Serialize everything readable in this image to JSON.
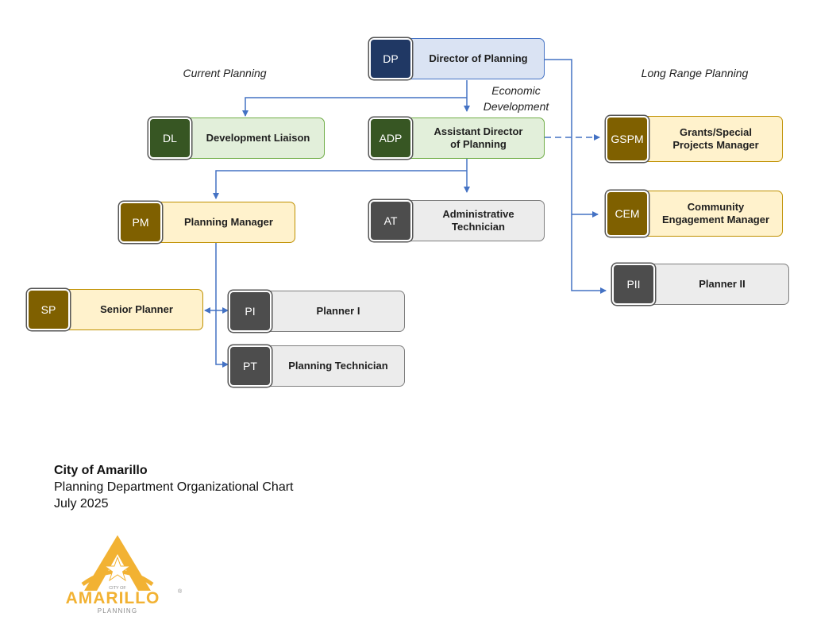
{
  "sections": {
    "current": "Current Planning",
    "economic": "Economic\nDevelopment",
    "long_range": "Long Range Planning"
  },
  "nodes": {
    "dp": {
      "abbr": "DP",
      "title": "Director of Planning"
    },
    "dl": {
      "abbr": "DL",
      "title": "Development Liaison"
    },
    "adp": {
      "abbr": "ADP",
      "title": "Assistant Director\nof Planning"
    },
    "gspm": {
      "abbr": "GSPM",
      "title": "Grants/Special\nProjects Manager"
    },
    "pm": {
      "abbr": "PM",
      "title": "Planning Manager"
    },
    "at": {
      "abbr": "AT",
      "title": "Administrative Technician"
    },
    "cem": {
      "abbr": "CEM",
      "title": "Community\nEngagement Manager"
    },
    "pii": {
      "abbr": "PII",
      "title": "Planner II"
    },
    "sp": {
      "abbr": "SP",
      "title": "Senior Planner"
    },
    "pi": {
      "abbr": "PI",
      "title": "Planner I"
    },
    "pt": {
      "abbr": "PT",
      "title": "Planning Technician"
    }
  },
  "footer": {
    "org": "City of Amarillo",
    "title": "Planning Department Organizational Chart",
    "date": "July 2025"
  },
  "logo": {
    "top_text": "CITY OF",
    "wordmark": "AMARILLO",
    "registered": "®",
    "sub": "PLANNING",
    "colors": {
      "gold": "#f2b233",
      "gray": "#8a8a8a"
    }
  },
  "colors": {
    "connector": "#4472c4",
    "navy": "#203864",
    "green": "#375623",
    "brown": "#7f6000",
    "gray": "#4d4d4d"
  }
}
